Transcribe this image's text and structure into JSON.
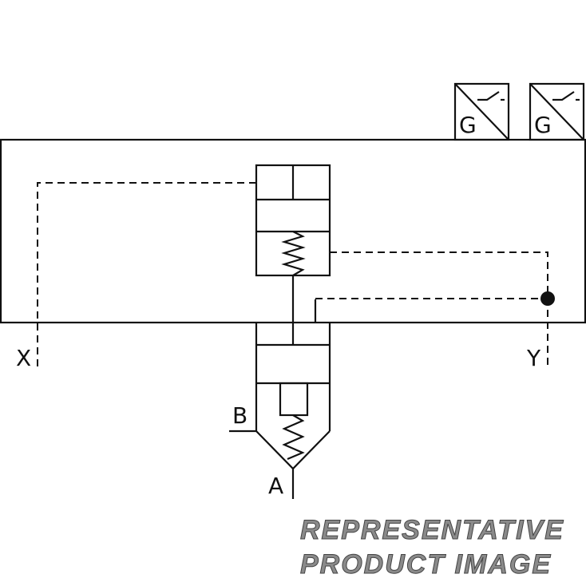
{
  "ports": {
    "x": "X",
    "y": "Y",
    "a": "A",
    "b": "B"
  },
  "switches": [
    {
      "label": "G"
    },
    {
      "label": "G"
    }
  ],
  "watermark": {
    "line1": "REPRESENTATIVE",
    "line2": "PRODUCT IMAGE"
  }
}
